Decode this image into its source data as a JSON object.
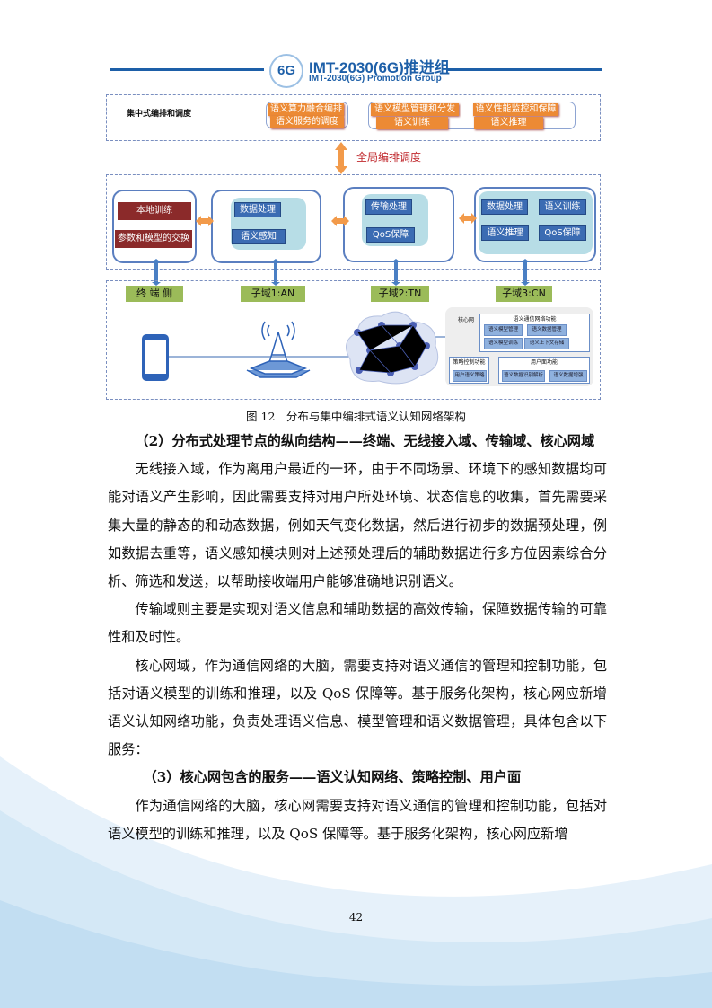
{
  "header": {
    "title": "IMT-2030(6G)推进组",
    "subtitle": "IMT-2030(6G) Promotion Group",
    "logo_text": "6G"
  },
  "figure": {
    "central": {
      "label": "集中式编排和调度",
      "group1": [
        "语义算力融合编排",
        "语义服务的调度"
      ],
      "group2": [
        "语义模型管理和分发",
        "语义性能监控和保障",
        "语义训练",
        "语义推理"
      ]
    },
    "global_label": "全局编排调度",
    "terminal": [
      "本地训练",
      "参数和模型的交换"
    ],
    "an": [
      "数据处理",
      "语义感知"
    ],
    "tn": [
      "传输处理",
      "QoS保障"
    ],
    "cn": [
      "数据处理",
      "语义训练",
      "语义推理",
      "QoS保障"
    ],
    "domains": [
      "终 端 侧",
      "子域1:AN",
      "子域2:TN",
      "子域3:CN"
    ],
    "core": {
      "title": "核心网",
      "sem_func": "语义通信网络功能",
      "sem_items": [
        "语义模型管理",
        "语义数据管理",
        "语义模型训练",
        "语义上下文存储"
      ],
      "policy": "策略控制功能",
      "policy_item": "用户语义策略",
      "up": "用户面功能",
      "up_items": [
        "语义数据识别解析",
        "语义数据增强"
      ]
    },
    "caption": "图 12　分布与集中编排式语义认知网络架构"
  },
  "body": {
    "h2": "（2）分布式处理节点的纵向结构——终端、无线接入域、传输域、核心网域",
    "p1": "无线接入域，作为离用户最近的一环，由于不同场景、环境下的感知数据均可能对语义产生影响，因此需要支持对用户所处环境、状态信息的收集，首先需要采集大量的静态的和动态数据，例如天气变化数据，然后进行初步的数据预处理，例如数据去重等，语义感知模块则对上述预处理后的辅助数据进行多方位因素综合分析、筛选和发送，以帮助接收端用户能够准确地识别语义。",
    "p2": "传输域则主要是实现对语义信息和辅助数据的高效传输，保障数据传输的可靠性和及时性。",
    "p3": "核心网域，作为通信网络的大脑，需要支持对语义通信的管理和控制功能，包括对语义模型的训练和推理，以及 QoS 保障等。基于服务化架构，核心网应新增语义认知网络功能，负责处理语义信息、模型管理和语义数据管理，具体包含以下服务：",
    "h3": "（3）核心网包含的服务——语义认知网络、策略控制、用户面",
    "p4": "作为通信网络的大脑，核心网需要支持对语义通信的管理和控制功能，包括对语义模型的训练和推理，以及 QoS 保障等。基于服务化架构，核心网应新增"
  },
  "page_number": "42",
  "colors": {
    "brand": "#1d5fa8",
    "orange": "#ec8a34",
    "arrow": "#f29a4a",
    "red": "#c0282d"
  }
}
